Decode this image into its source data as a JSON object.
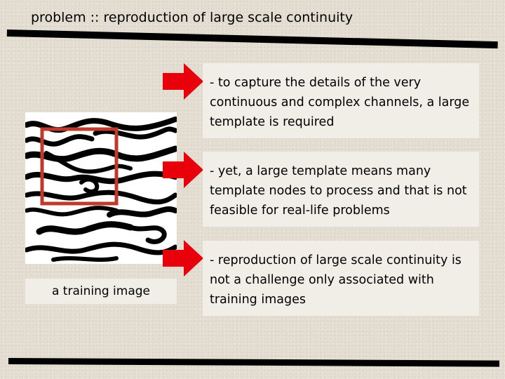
{
  "slide": {
    "title": "problem :: reproduction of large scale continuity",
    "image_caption": "a training image",
    "points": [
      {
        "text": "- to capture the details of the very continuous and complex channels, a large template is required"
      },
      {
        "text": "- yet, a large template means many template nodes to process and that is not feasible for real-life problems"
      },
      {
        "text": "- reproduction of large scale continuity is not a challenge only associated with training images"
      }
    ]
  },
  "colors": {
    "arrow": "#e8000b",
    "template_box": "#c0392b",
    "bars": "#000000"
  }
}
